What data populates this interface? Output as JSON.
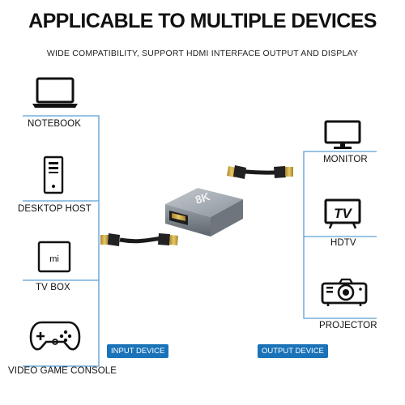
{
  "header": {
    "title": "APPLICABLE TO MULTIPLE DEVICES",
    "subtitle": "WIDE COMPATIBILITY, SUPPORT HDMI INTERFACE OUTPUT AND DISPLAY"
  },
  "input_devices": [
    {
      "label": "NOTEBOOK",
      "icon": "laptop-icon"
    },
    {
      "label": "DESKTOP HOST",
      "icon": "desktop-tower-icon"
    },
    {
      "label": "TV BOX",
      "icon": "tv-box-icon",
      "icon_text": "mi"
    },
    {
      "label": "VIDEO GAME CONSOLE",
      "icon": "gamepad-icon"
    }
  ],
  "output_devices": [
    {
      "label": "MONITOR",
      "icon": "monitor-icon"
    },
    {
      "label": "HDTV",
      "icon": "hdtv-icon",
      "icon_text": "TV"
    },
    {
      "label": "PROJECTOR",
      "icon": "projector-icon"
    }
  ],
  "adapter": {
    "label": "8K"
  },
  "badges": {
    "input": "INPUT DEVICE",
    "output": "OUTPUT DEVICE"
  },
  "colors": {
    "accent": "#1a73b8",
    "line": "#5a9fd4",
    "adapter": "#8a9099",
    "gold": "#c9a640"
  }
}
